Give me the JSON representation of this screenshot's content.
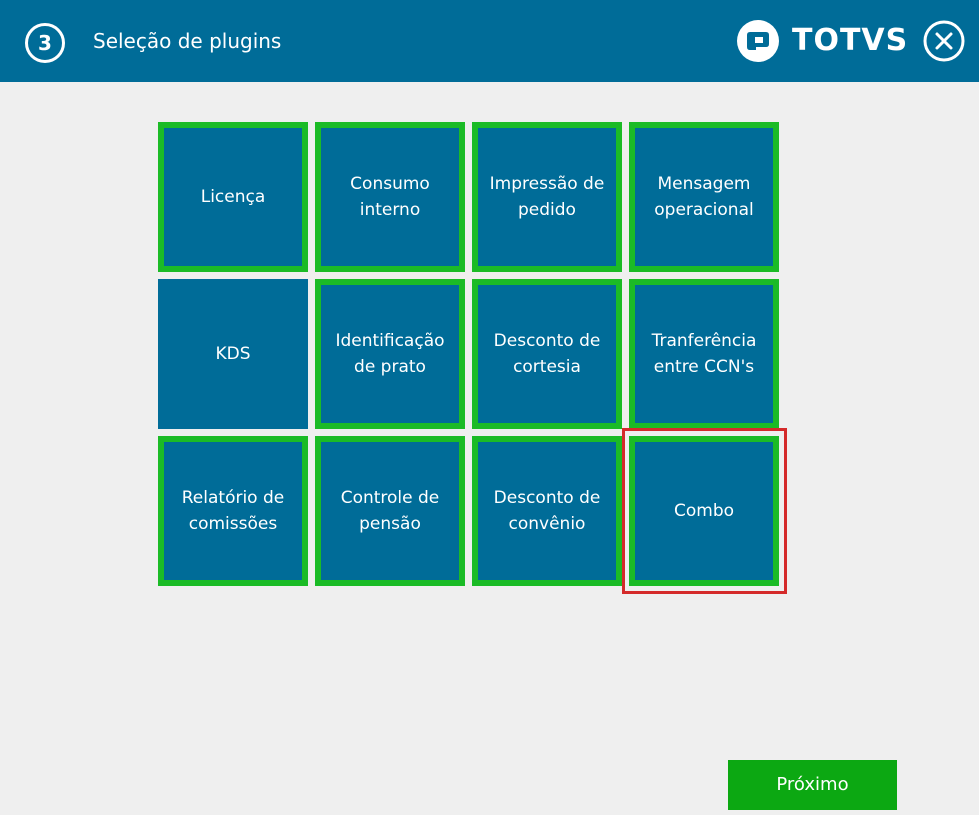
{
  "header": {
    "step_number": "3",
    "title": "Seleção de plugins",
    "logo_text": "TOTVS",
    "close_icon": "close-icon",
    "background_color": "#006c98"
  },
  "plugins": [
    {
      "label": "Licença",
      "selected": true
    },
    {
      "label": "Consumo\ninterno",
      "selected": true
    },
    {
      "label": "Impressão de\npedido",
      "selected": true
    },
    {
      "label": "Mensagem\noperacional",
      "selected": true
    },
    {
      "label": "KDS",
      "selected": false
    },
    {
      "label": "Identificação\nde prato",
      "selected": true
    },
    {
      "label": "Desconto de\ncortesia",
      "selected": true
    },
    {
      "label": "Tranferência\nentre CCN's",
      "selected": true
    },
    {
      "label": "Relatório de\ncomissões",
      "selected": true
    },
    {
      "label": "Controle de\npensão",
      "selected": true
    },
    {
      "label": "Desconto de\nconvênio",
      "selected": true
    },
    {
      "label": "Combo",
      "selected": true
    }
  ],
  "footer": {
    "next_label": "Próximo"
  },
  "colors": {
    "tile": "#006c98",
    "selected_border": "#1bbb26",
    "highlight_frame": "#d42a2a",
    "next_button": "#0ca812"
  }
}
